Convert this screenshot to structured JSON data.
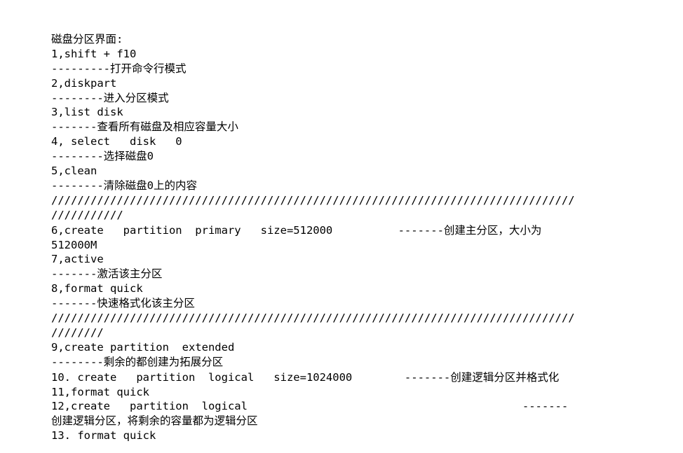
{
  "document": {
    "lines": [
      "磁盘分区界面:",
      "1,shift + f10",
      "---------打开命令行模式",
      "2,diskpart",
      "--------进入分区模式",
      "3,list disk",
      "-------查看所有磁盘及相应容量大小",
      "4, select   disk   0",
      "--------选择磁盘0",
      "5,clean",
      "--------清除磁盘0上的内容",
      "////////////////////////////////////////////////////////////////////////////////",
      "///////////",
      "6,create   partition  primary   size=512000          -------创建主分区，大小为",
      "512000M",
      "7,active",
      "-------激活该主分区",
      "8,format quick",
      "-------快速格式化该主分区",
      "////////////////////////////////////////////////////////////////////////////////",
      "////////",
      "9,create partition  extended",
      "--------剩余的都创建为拓展分区",
      "10. create   partition  logical   size=1024000        -------创建逻辑分区并格式化",
      "11,format quick",
      "12,create   partition  logical                                          -------",
      "创建逻辑分区，将剩余的容量都为逻辑分区",
      "13. format quick"
    ]
  }
}
